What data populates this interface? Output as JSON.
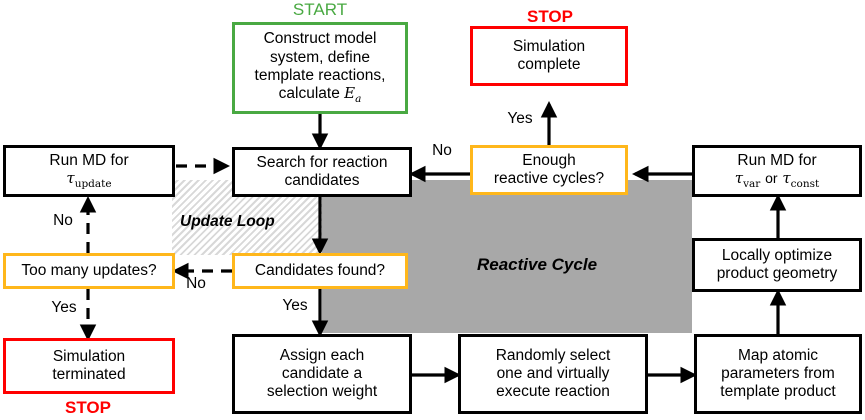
{
  "diagram": {
    "title": "Reactive molecular dynamics simulation workflow flowchart",
    "colors": {
      "start_green": "#49a942",
      "stop_red": "#ff0000",
      "decision_orange": "#ffb71b",
      "process_black": "#000000",
      "reactive_region_fill": "#a8a8a8",
      "update_region_hatch": "#d8d8d8"
    },
    "regions": [
      {
        "name": "update-loop",
        "label": "Update Loop",
        "style": "diagonal-hatch"
      },
      {
        "name": "reactive-cycle",
        "label": "Reactive Cycle",
        "style": "solid-gray"
      }
    ],
    "captions": {
      "start": "START",
      "stop_top": "STOP",
      "stop_bottom": "STOP"
    },
    "nodes": {
      "construct": {
        "lines": [
          "Construct model",
          "system, define",
          "template reactions,",
          "calculate"
        ],
        "math_tail": "Ea"
      },
      "simulation_complete": {
        "lines": [
          "Simulation",
          "complete"
        ]
      },
      "run_md_update": {
        "lines": [
          "Run MD for"
        ],
        "math": "τupdate"
      },
      "search_candidates": {
        "lines": [
          "Search for reaction",
          "candidates"
        ]
      },
      "enough_cycles": {
        "lines": [
          "Enough",
          "reactive cycles?"
        ]
      },
      "run_md_var_const": {
        "lines": [
          "Run MD for"
        ],
        "math": "τvar or τconst"
      },
      "too_many_updates": {
        "lines": [
          "Too many updates?"
        ]
      },
      "candidates_found": {
        "lines": [
          "Candidates found?"
        ]
      },
      "locally_optimize": {
        "lines": [
          "Locally optimize",
          "product geometry"
        ]
      },
      "simulation_terminated": {
        "lines": [
          "Simulation",
          "terminated"
        ]
      },
      "assign_weight": {
        "lines": [
          "Assign each",
          "candidate a",
          "selection weight"
        ]
      },
      "randomly_select": {
        "lines": [
          "Randomly select",
          "one and virtually",
          "execute reaction"
        ]
      },
      "map_atomic": {
        "lines": [
          "Map atomic",
          "parameters from",
          "template product"
        ]
      }
    },
    "edge_labels": {
      "yes_to_complete": "Yes",
      "no_from_enough": "No",
      "no_update_to_run": "No",
      "no_candidates_to_too_many": "No",
      "yes_candidates_down": "Yes",
      "yes_too_many_down": "Yes"
    }
  }
}
